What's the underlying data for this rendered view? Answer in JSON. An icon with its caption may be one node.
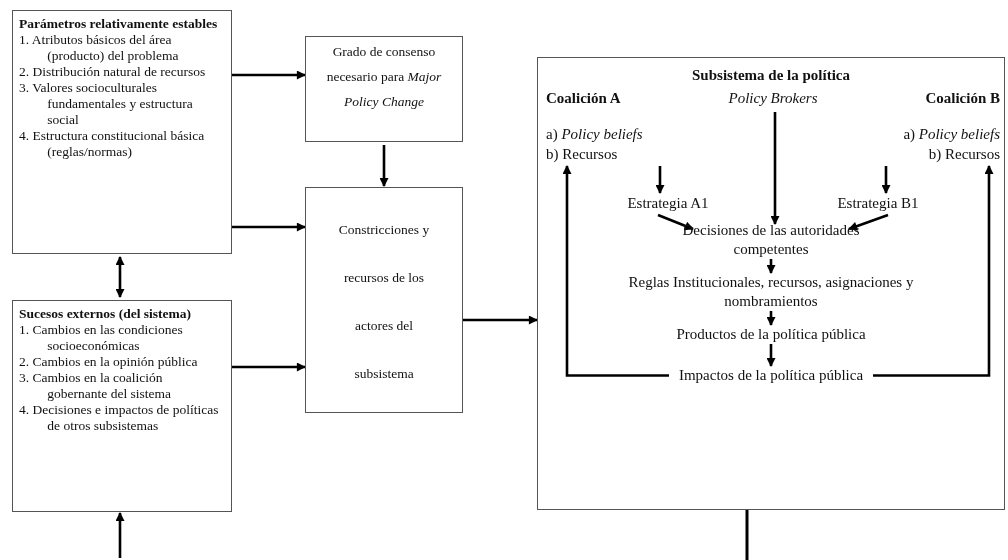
{
  "diagram": {
    "nodes": [
      {
        "text": [
          "Parámetros relativamente estables",
          "1. Atributos básicos del área (producto) del problema",
          "2. Distribución natural de recursos",
          "3. Valores socioculturales fundamentales y estructura social",
          "4. Estructura constitucional básica (reglas/normas)"
        ]
      },
      {
        "text": [
          "Sucesos externos (del sistema)",
          "1. Cambios en las condiciones socioeconómicas",
          "2. Cambios en la opinión pública",
          "3. Cambios en la coalición gobernante del sistema",
          "4. Decisiones e impactos de políticas de otros subsistemas"
        ]
      },
      {
        "text": [
          "Grado de consenso necesario para *Major Policy Change*"
        ]
      },
      {
        "text": [
          "Constricciones y recursos de los actores del subsistema"
        ]
      },
      {
        "text": [
          "Subsistema de la política"
        ]
      },
      {
        "text": [
          "Coalición A",
          "a) *Policy beliefs*",
          "b) Recursos"
        ],
        "in": 4
      },
      {
        "text": [
          "Policy Brokers"
        ],
        "in": 4
      },
      {
        "text": [
          "Coalición B",
          "a) *Policy beliefs*",
          "b) Recursos"
        ],
        "in": 4
      },
      {
        "text": [
          "Estrategia A1"
        ],
        "in": 4
      },
      {
        "text": [
          "Estrategia B1"
        ],
        "in": 4
      },
      {
        "text": [
          "Decisiones de las autoridades competentes"
        ],
        "in": 4
      },
      {
        "text": [
          "Reglas Institucionales, recursos, asignaciones y nombramientos"
        ],
        "in": 4
      },
      {
        "text": [
          "Productos de la política pública"
        ],
        "in": 4
      },
      {
        "text": [
          "Impactos de la política pública"
        ],
        "in": 4
      }
    ],
    "edges": [
      {
        "from": 0,
        "to": 2,
        "arrow": "to"
      },
      {
        "from": 0,
        "to": 3,
        "arrow": "to"
      },
      {
        "from": 0,
        "to": 1,
        "arrow": "both"
      },
      {
        "from": 1,
        "to": 3,
        "arrow": "to"
      },
      {
        "from": 2,
        "to": 3,
        "arrow": "to"
      },
      {
        "from": 3,
        "to": 4,
        "arrow": "to"
      },
      {
        "from": null,
        "to": 1,
        "arrow": "to"
      },
      {
        "from": 4,
        "to": null,
        "arrow": "none"
      },
      {
        "from": 5,
        "to": 8,
        "arrow": "to"
      },
      {
        "from": 7,
        "to": 9,
        "arrow": "to"
      },
      {
        "from": 6,
        "to": 10,
        "arrow": "to"
      },
      {
        "from": 8,
        "to": 10,
        "arrow": "to"
      },
      {
        "from": 9,
        "to": 10,
        "arrow": "to"
      },
      {
        "from": 10,
        "to": 11,
        "arrow": "to"
      },
      {
        "from": 11,
        "to": 12,
        "arrow": "to"
      },
      {
        "from": 12,
        "to": 13,
        "arrow": "to"
      },
      {
        "from": 13,
        "to": 5,
        "arrow": "to"
      },
      {
        "from": 13,
        "to": 7,
        "arrow": "to"
      }
    ]
  }
}
